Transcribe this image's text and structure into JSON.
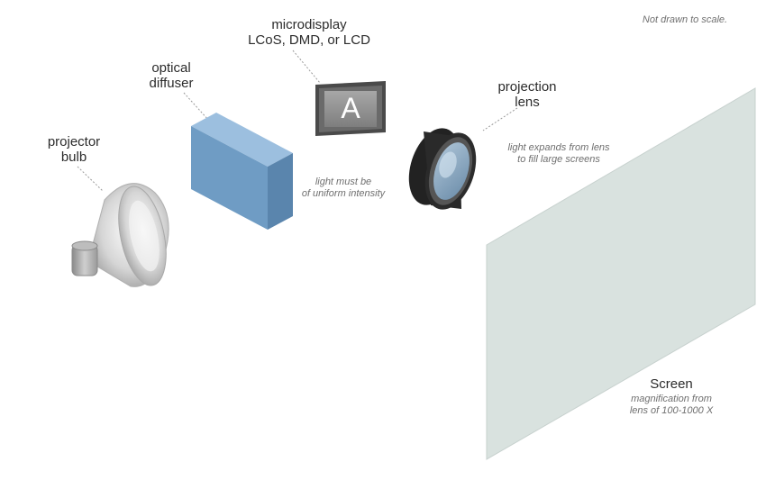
{
  "note_scale": "Not drawn to scale.",
  "components": {
    "microdisplay": {
      "title": "microdisplay",
      "subtitle": "LCoS, DMD, or LCD",
      "glyph": "A"
    },
    "diffuser": {
      "line1": "optical",
      "line2": "diffuser"
    },
    "bulb": {
      "line1": "projector",
      "line2": "bulb"
    },
    "lens": {
      "line1": "projection",
      "line2": "lens"
    },
    "screen": {
      "title": "Screen",
      "note1": "magnification from",
      "note2": "lens of 100-1000 X"
    }
  },
  "annotations": {
    "uniform": {
      "line1": "light must be",
      "line2": "of uniform intensity"
    },
    "expands": {
      "line1": "light expands from lens",
      "line2": "to fill large screens"
    }
  },
  "colors": {
    "diffuser_front": "#6f9cc4",
    "diffuser_top": "#9cbfdf",
    "diffuser_side": "#5a85ad",
    "screen": "#d9e2df",
    "lens_glass": "#8fb2cf",
    "display_frame": "#555555"
  }
}
